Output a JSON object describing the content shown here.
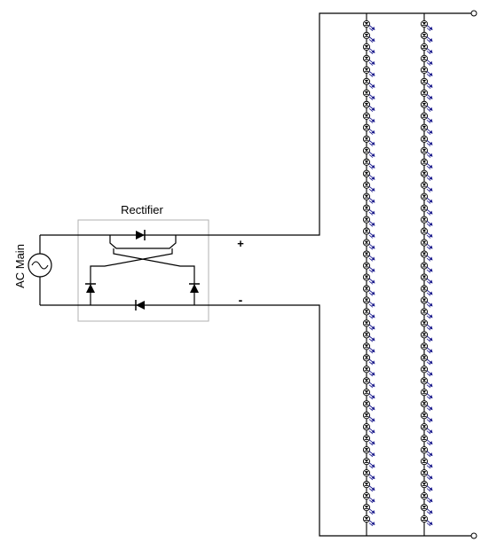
{
  "diagram": {
    "type": "circuit-schematic",
    "rectifier_label": "Rectifier",
    "source_label": "AC Main",
    "positive_label": "+",
    "negative_label": "-",
    "led_strings": 2,
    "leds_per_string": 44,
    "colors": {
      "wire": "#000000",
      "rectifier_box": "#b0b0b0",
      "led_arrow": "#1a1a8c"
    },
    "icons": [
      "ac-source-icon",
      "diode-icon",
      "led-icon",
      "terminal-icon"
    ]
  }
}
